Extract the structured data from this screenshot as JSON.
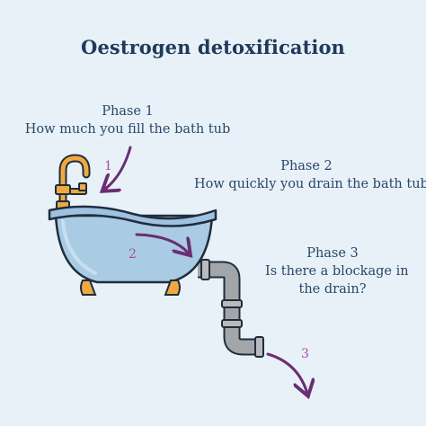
{
  "title": "Oestrogen detoxification",
  "phases": [
    {
      "heading": "Phase 1",
      "desc_lines": [
        "How much you fill the bath tub"
      ],
      "number": "1"
    },
    {
      "heading": "Phase 2",
      "desc_lines": [
        "How quickly you drain the bath tub"
      ],
      "number": "2"
    },
    {
      "heading": "Phase 3",
      "desc_lines": [
        "Is there a blockage in",
        "the drain?"
      ],
      "number": "3"
    }
  ],
  "colors": {
    "background": "#e9f1f8",
    "text": "#23415f",
    "arrow": "#6a2e72",
    "tub": "#a9cbe4",
    "tub_outline": "#1f2d3d",
    "tap": "#f0a941",
    "pipe": "#a3a6a8"
  }
}
